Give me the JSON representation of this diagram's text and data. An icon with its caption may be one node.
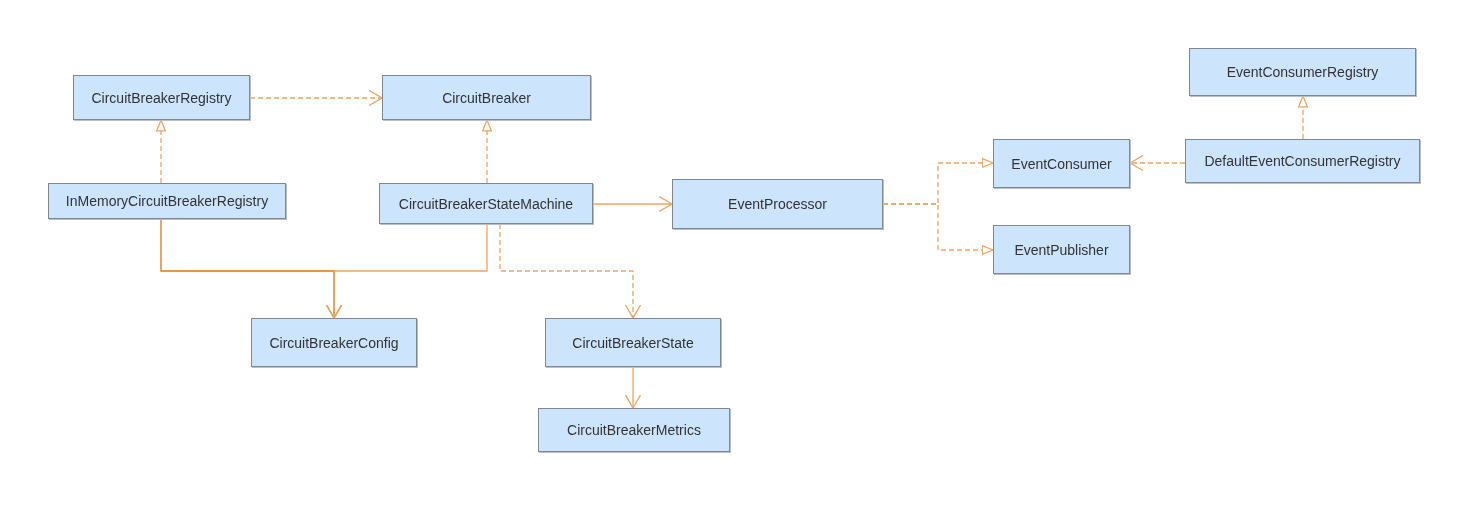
{
  "diagram": {
    "nodes": [
      {
        "text": [
          "CircuitBreakerRegistry"
        ]
      },
      {
        "text": [
          "CircuitBreaker"
        ]
      },
      {
        "text": [
          "EventConsumerRegistry"
        ]
      },
      {
        "text": [
          "EventConsumer"
        ]
      },
      {
        "text": [
          "DefaultEventConsumerRegistry"
        ]
      },
      {
        "text": [
          "InMemoryCircuitBreakerRegistry"
        ]
      },
      {
        "text": [
          "CircuitBreakerStateMachine"
        ]
      },
      {
        "text": [
          "EventProcessor"
        ]
      },
      {
        "text": [
          "EventPublisher"
        ]
      },
      {
        "text": [
          "CircuitBreakerConfig"
        ]
      },
      {
        "text": [
          "CircuitBreakerState"
        ]
      },
      {
        "text": [
          "CircuitBreakerMetrics"
        ]
      }
    ],
    "edges": [
      {
        "from": 0,
        "to": 1,
        "arrow": "to",
        "style": "dashed"
      },
      {
        "from": 5,
        "to": 0,
        "arrow": "to",
        "style": "dashed"
      },
      {
        "from": 6,
        "to": 1,
        "arrow": "to",
        "style": "dashed"
      },
      {
        "from": 4,
        "to": 2,
        "arrow": "to",
        "style": "dashed"
      },
      {
        "from": 6,
        "to": 7,
        "arrow": "to"
      },
      {
        "from": 7,
        "to": 3,
        "arrow": "to",
        "style": "dashed"
      },
      {
        "from": 7,
        "to": 8,
        "arrow": "to",
        "style": "dashed"
      },
      {
        "from": 4,
        "to": 3,
        "arrow": "to",
        "style": "dashed"
      },
      {
        "from": 5,
        "to": 9,
        "arrow": "to",
        "color": "#e07410"
      },
      {
        "from": 6,
        "to": 9,
        "arrow": "to"
      },
      {
        "from": 6,
        "to": 10,
        "arrow": "to",
        "style": "dashed"
      },
      {
        "from": 10,
        "to": 11,
        "arrow": "to"
      }
    ]
  }
}
